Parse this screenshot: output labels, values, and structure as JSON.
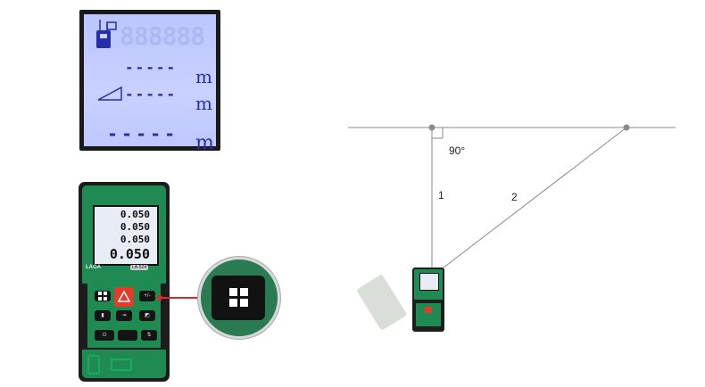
{
  "lcd_zoom": {
    "ghost_digits": "888888",
    "rows": [
      {
        "value": "-----",
        "unit": "m"
      },
      {
        "value": "-----",
        "unit": "m"
      },
      {
        "value": "-----",
        "unit": "m"
      }
    ]
  },
  "device": {
    "lcd_rows": [
      "0.050",
      "0.050",
      "0.050",
      "0.050"
    ],
    "brand": "LAOA",
    "model": "LA-524"
  },
  "diagram": {
    "angle_label": "90°",
    "line1_label": "1",
    "line2_label": "2"
  },
  "colors": {
    "device_green": "#1f8a52",
    "lcd_blue": "#c9d1ff",
    "lcd_text": "#2530a8",
    "pointer_red": "#d52b2b",
    "diagram_line": "#8a8a8a"
  }
}
